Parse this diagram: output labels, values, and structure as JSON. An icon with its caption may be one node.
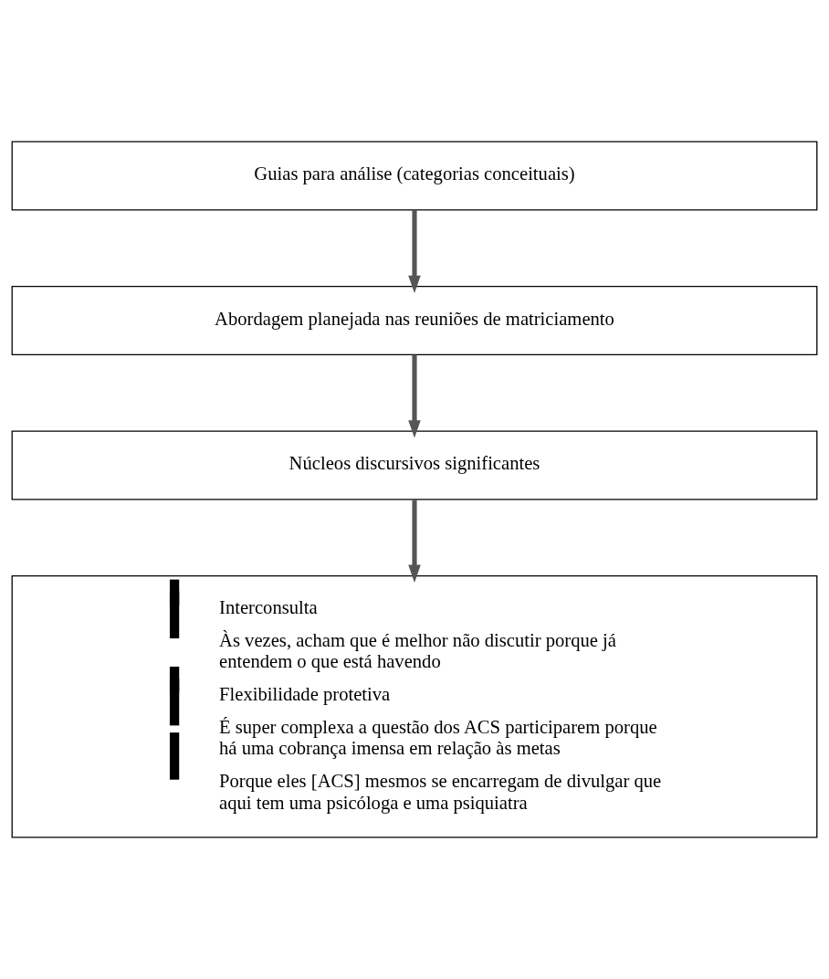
{
  "diagram": {
    "nodes": [
      {
        "text": [
          "Guias para análise (categorias conceituais)"
        ]
      },
      {
        "text": [
          "Abordagem planejada nas reuniões de matriciamento"
        ]
      },
      {
        "text": [
          "Núcleos discursivos significantes"
        ]
      },
      {
        "text": [
          "Interconsulta",
          "Às vezes, acham que é melhor não discutir porque já entendem o que está havendo",
          "Flexibilidade protetiva",
          "É super complexa a questão dos ACS participarem porque há uma cobrança imensa em relação às metas",
          "Porque eles [ACS] mesmos se encarregam de divulgar que aqui tem uma psicóloga e uma psiquiatra"
        ]
      }
    ],
    "edges": [
      {
        "from": 0,
        "to": 1,
        "arrow": "to"
      },
      {
        "from": 1,
        "to": 2,
        "arrow": "to"
      },
      {
        "from": 2,
        "to": 3,
        "arrow": "to"
      }
    ]
  }
}
